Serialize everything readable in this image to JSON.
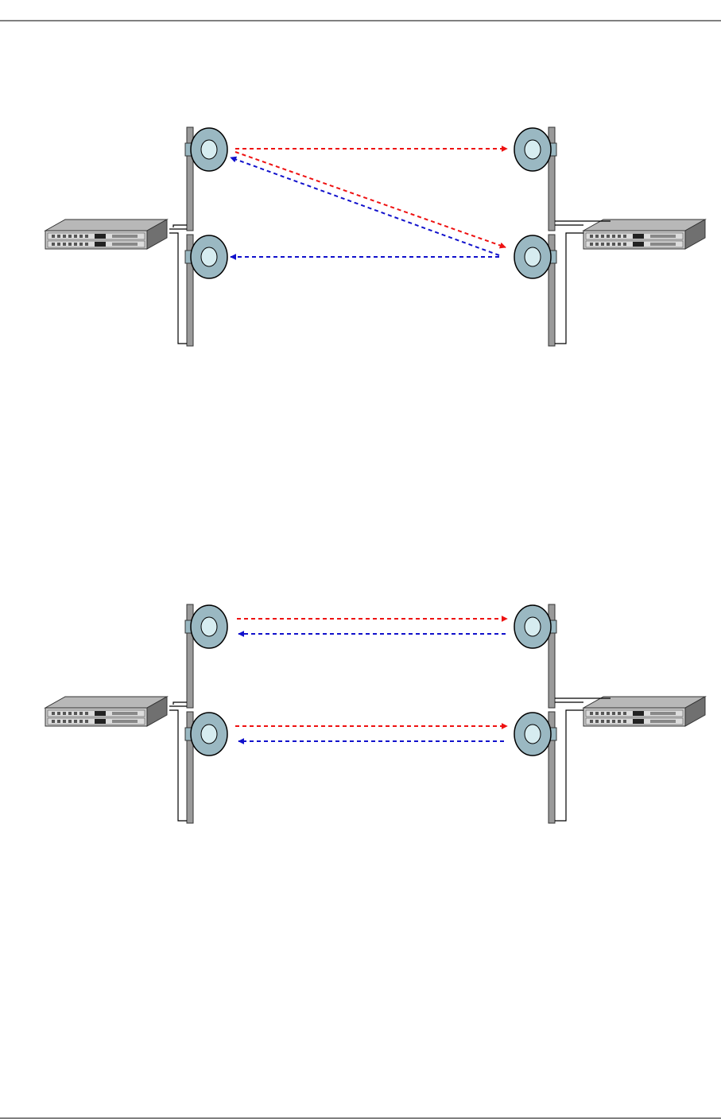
{
  "page": {
    "header_rule": true,
    "footer_rule": true
  },
  "colors": {
    "downlink_arrow": "#ee1111",
    "uplink_arrow": "#1111cc",
    "antenna_dish": "#9ab8c2",
    "antenna_center": "#d6ecf0",
    "pole": "#9a9a9a",
    "rack_unit": "#c8c8c8",
    "line": "#000000"
  },
  "diagrams": [
    {
      "name": "cross-polarized-link",
      "left_site": {
        "antennas": 2,
        "equipment": "rack-server"
      },
      "right_site": {
        "antennas": 2,
        "equipment": "rack-server"
      },
      "links": [
        {
          "from": "left-top",
          "to": "right-top",
          "direction": "left-to-right",
          "color": "red"
        },
        {
          "from": "left-top",
          "to": "right-bottom",
          "direction": "left-to-right",
          "color": "red"
        },
        {
          "from": "right-bottom",
          "to": "left-top",
          "direction": "right-to-left",
          "color": "blue"
        },
        {
          "from": "right-bottom",
          "to": "left-bottom",
          "direction": "right-to-left",
          "color": "blue"
        }
      ]
    },
    {
      "name": "parallel-link",
      "left_site": {
        "antennas": 2,
        "equipment": "rack-server"
      },
      "right_site": {
        "antennas": 2,
        "equipment": "rack-server"
      },
      "links": [
        {
          "from": "left-top",
          "to": "right-top",
          "direction": "left-to-right",
          "color": "red"
        },
        {
          "from": "right-top",
          "to": "left-top",
          "direction": "right-to-left",
          "color": "blue"
        },
        {
          "from": "left-bottom",
          "to": "right-bottom",
          "direction": "left-to-right",
          "color": "red"
        },
        {
          "from": "right-bottom",
          "to": "left-bottom",
          "direction": "right-to-left",
          "color": "blue"
        }
      ]
    }
  ]
}
